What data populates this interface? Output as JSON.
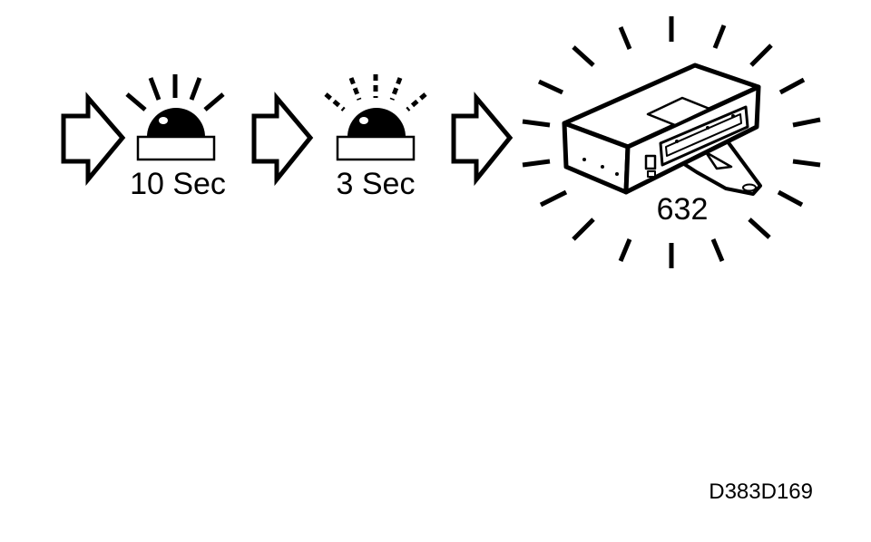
{
  "steps": [
    {
      "label": "10 Sec",
      "lamp": "lamp-icon",
      "rays": "solid"
    },
    {
      "label": "3 Sec",
      "lamp": "lamp-icon",
      "rays": "dashed"
    }
  ],
  "ecu": {
    "label": "632",
    "icon": "control-unit-icon"
  },
  "arrow_icon": "right-arrow-icon",
  "figure_code": "D383D169",
  "colors": {
    "ink": "#000000",
    "background": "#ffffff"
  }
}
